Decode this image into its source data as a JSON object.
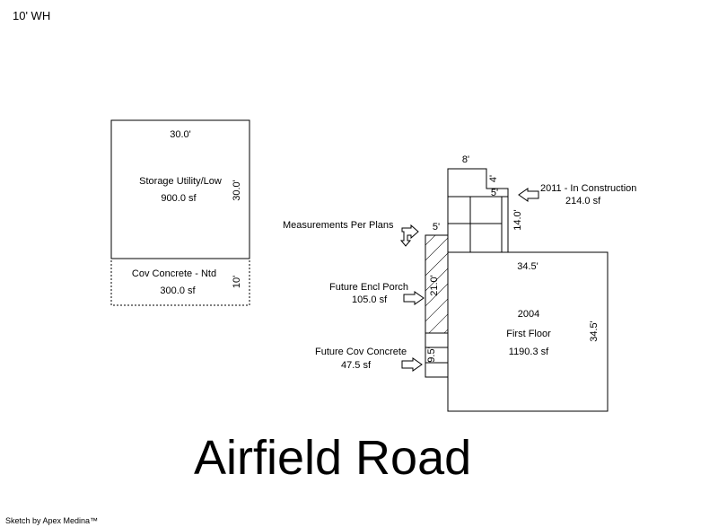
{
  "header": {
    "label": "10' WH"
  },
  "storage": {
    "name": "Storage Utility/Low",
    "area": "900.0 sf",
    "top_dim": "30.0'",
    "side_dim": "30.0'"
  },
  "cov_concrete": {
    "name": "Cov Concrete - Ntd",
    "area": "300.0 sf",
    "side_dim": "10'"
  },
  "construction": {
    "name": "2011 - In Construction",
    "area": "214.0 sf",
    "dim_top": "8'",
    "dim_notch_v": "4'",
    "dim_notch_h": "5'",
    "dim_side": "14.0'"
  },
  "measurements": {
    "label": "Measurements Per Plans"
  },
  "porch": {
    "name": "Future Encl Porch",
    "area": "105.0 sf",
    "dim_top": "5'",
    "dim_side": "21.0'"
  },
  "first_floor": {
    "year": "2004",
    "name": "First Floor",
    "area": "1190.3 sf",
    "top_dim": "34.5'",
    "side_dim": "34.5'"
  },
  "future_cov": {
    "name": "Future Cov Concrete",
    "area": "47.5 sf",
    "dim_side": "9.5'"
  },
  "road": {
    "name": "Airfield Road"
  },
  "footer": {
    "credit": "Sketch by Apex Medina™"
  }
}
